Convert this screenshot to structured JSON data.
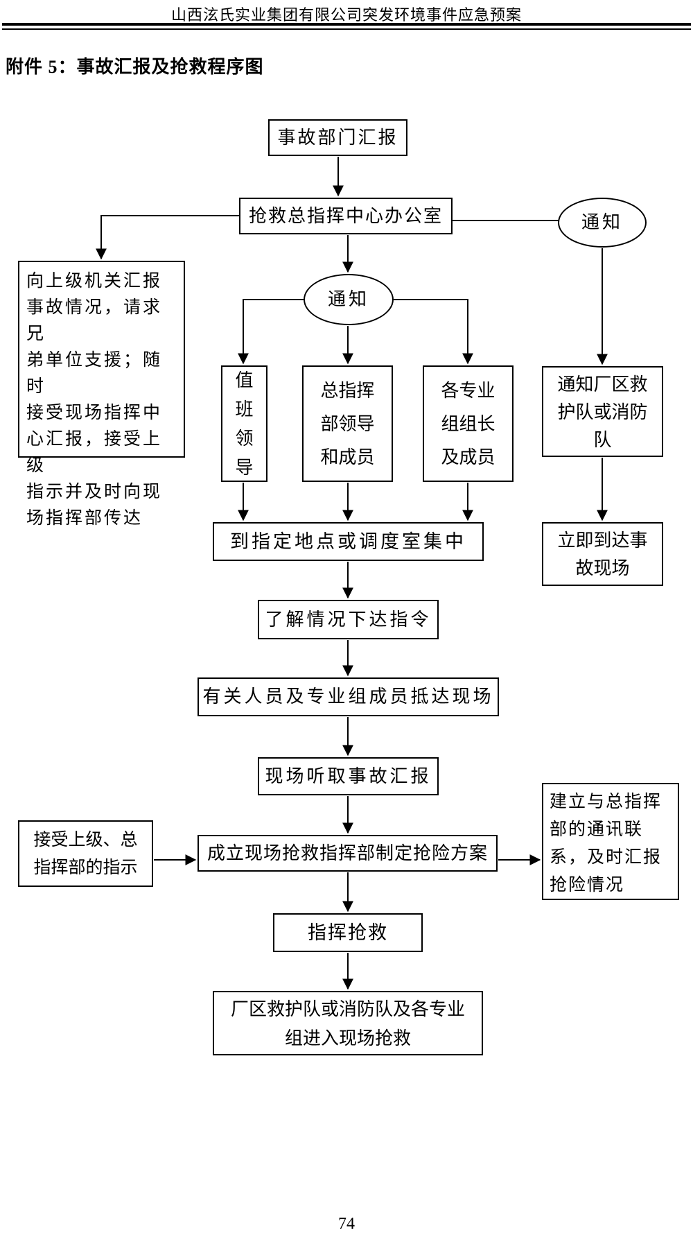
{
  "page": {
    "header_title": "山西泫氏实业集团有限公司突发环境事件应急预案",
    "heading": "附件 5：事故汇报及抢救程序图",
    "page_number": "74"
  },
  "flowchart": {
    "nodes": {
      "report_dept": {
        "shape": "rect",
        "label": "事故部门汇报"
      },
      "command_office": {
        "shape": "rect",
        "label": "抢救总指挥中心办公室"
      },
      "notify_right": {
        "shape": "ellipse",
        "label": "通知"
      },
      "notify_center": {
        "shape": "ellipse",
        "label": "通知"
      },
      "report_superiors": {
        "shape": "rect",
        "label": "向上级机关汇报\n事故情况，请求兄\n弟单位支援；随时\n接受现场指挥中\n心汇报，接受上级\n指示并及时向现\n场指挥部传达"
      },
      "duty_leader": {
        "shape": "rect",
        "label": "值\n班\n领\n导"
      },
      "hq_leaders": {
        "shape": "rect",
        "label": "总指挥\n部领导\n和成员"
      },
      "team_leaders": {
        "shape": "rect",
        "label": "各专业\n组组长\n及成员"
      },
      "notify_fire_team": {
        "shape": "rect",
        "label": "通知厂区救\n护队或消防\n队"
      },
      "gather_point": {
        "shape": "rect",
        "label": "到指定地点或调度室集中"
      },
      "arrive_scene": {
        "shape": "rect",
        "label": "立即到达事\n故现场"
      },
      "issue_orders": {
        "shape": "rect",
        "label": "了解情况下达指令"
      },
      "personnel_arrive": {
        "shape": "rect",
        "label": "有关人员及专业组成员抵达现场"
      },
      "listen_report": {
        "shape": "rect",
        "label": "现场听取事故汇报"
      },
      "accept_instructions": {
        "shape": "rect",
        "label": "接受上级、总\n指挥部的指示"
      },
      "establish_field_hq": {
        "shape": "rect",
        "label": "成立现场抢救指挥部制定抢险方案"
      },
      "establish_comms": {
        "shape": "rect",
        "label": "建立与总指挥\n部的通讯联\n系，及时汇报\n抢险情况"
      },
      "command_rescue": {
        "shape": "rect",
        "label": "指挥抢救"
      },
      "teams_enter_scene": {
        "shape": "rect",
        "label": "厂区救护队或消防队及各专业\n组进入现场抢救"
      }
    },
    "edges": [
      {
        "from": "report_dept",
        "to": "command_office"
      },
      {
        "from": "command_office",
        "to": "notify_center"
      },
      {
        "from": "command_office",
        "to": "report_superiors"
      },
      {
        "from": "command_office",
        "to": "notify_right"
      },
      {
        "from": "notify_center",
        "to": "duty_leader"
      },
      {
        "from": "notify_center",
        "to": "hq_leaders"
      },
      {
        "from": "notify_center",
        "to": "team_leaders"
      },
      {
        "from": "notify_right",
        "to": "notify_fire_team"
      },
      {
        "from": "duty_leader",
        "to": "gather_point"
      },
      {
        "from": "hq_leaders",
        "to": "gather_point"
      },
      {
        "from": "team_leaders",
        "to": "gather_point"
      },
      {
        "from": "notify_fire_team",
        "to": "arrive_scene"
      },
      {
        "from": "gather_point",
        "to": "issue_orders"
      },
      {
        "from": "issue_orders",
        "to": "personnel_arrive"
      },
      {
        "from": "personnel_arrive",
        "to": "listen_report"
      },
      {
        "from": "listen_report",
        "to": "establish_field_hq"
      },
      {
        "from": "accept_instructions",
        "to": "establish_field_hq"
      },
      {
        "from": "establish_field_hq",
        "to": "establish_comms"
      },
      {
        "from": "establish_field_hq",
        "to": "command_rescue"
      },
      {
        "from": "command_rescue",
        "to": "teams_enter_scene"
      }
    ]
  }
}
